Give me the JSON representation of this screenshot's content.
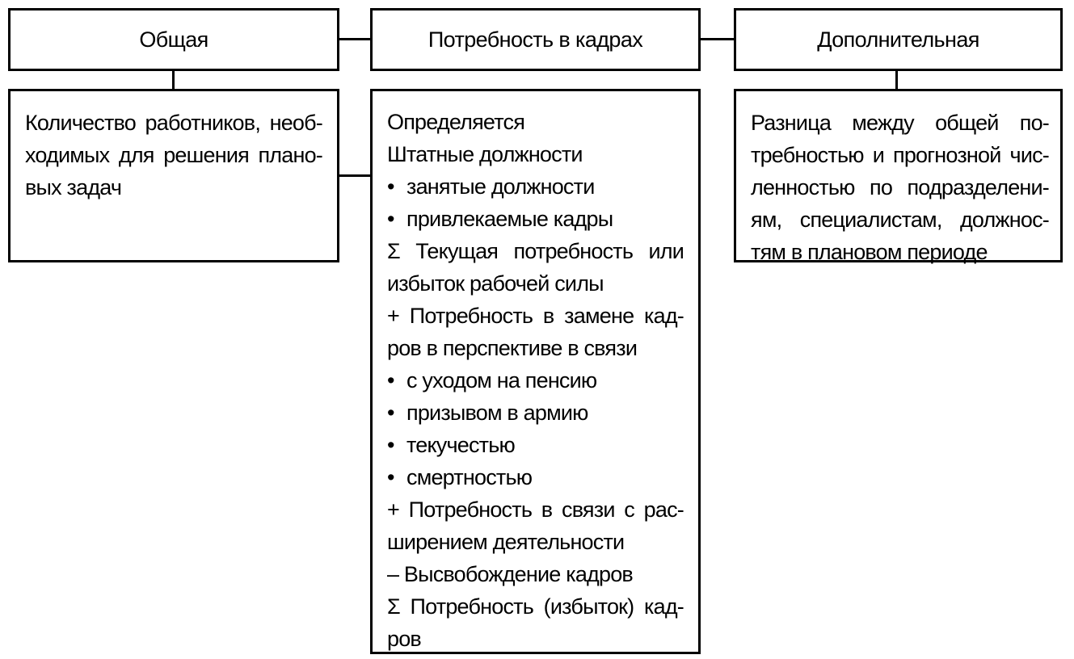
{
  "headers": {
    "left": "Общая",
    "center": "Потребность в кадрах",
    "right": "Дополнительная"
  },
  "left_box": {
    "lines": [
      "Количество работников, необ-",
      "ходимых для решения плано-",
      "вых задач"
    ]
  },
  "right_box": {
    "lines": [
      "Разница между общей по-",
      "требностью и прогнозной чис-",
      "ленностью по подразделени-",
      "ям, специалистам, должнос-",
      "тям в плановом периоде"
    ]
  },
  "center_box": {
    "lines": [
      {
        "text": "Определяется",
        "bullet": false,
        "justify": false
      },
      {
        "text": "Штатные должности",
        "bullet": false,
        "justify": false
      },
      {
        "text": "занятые должности",
        "bullet": true,
        "justify": false
      },
      {
        "text": "привлекаемые кадры",
        "bullet": true,
        "justify": false
      },
      {
        "text": "Σ Текущая потребность или",
        "bullet": false,
        "justify": true
      },
      {
        "text": "избыток рабочей силы",
        "bullet": false,
        "justify": false
      },
      {
        "text": "+ Потребность в замене кад-",
        "bullet": false,
        "justify": true
      },
      {
        "text": "ров в перспективе в связи",
        "bullet": false,
        "justify": false
      },
      {
        "text": "с уходом на пенсию",
        "bullet": true,
        "justify": false
      },
      {
        "text": "призывом в армию",
        "bullet": true,
        "justify": false
      },
      {
        "text": "текучестью",
        "bullet": true,
        "justify": false
      },
      {
        "text": "смертностью",
        "bullet": true,
        "justify": false
      },
      {
        "text": "+ Потребность в связи с рас-",
        "bullet": false,
        "justify": true
      },
      {
        "text": "ширением деятельности",
        "bullet": false,
        "justify": false
      },
      {
        "text": "– Высвобождение кадров",
        "bullet": false,
        "justify": false
      },
      {
        "text": "Σ Потребность (избыток) кад-",
        "bullet": false,
        "justify": true
      },
      {
        "text": "ров",
        "bullet": false,
        "justify": false
      }
    ],
    "bullet_glyph": "•"
  }
}
